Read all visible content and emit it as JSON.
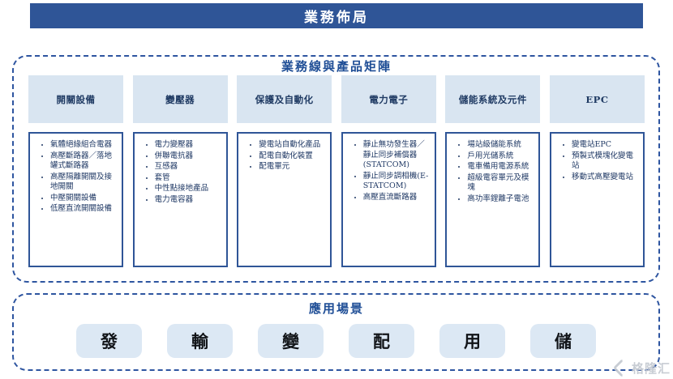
{
  "page": {
    "title": "業務佈局"
  },
  "matrix": {
    "title": "業務線與產品矩陣",
    "columns": [
      {
        "header": "開關設備",
        "items": [
          "氣體絕緣組合電器",
          "高壓斷路器／落地罐式斷路器",
          "高壓隔離開關及接地開關",
          "中壓開關設備",
          "低壓直流開關設備"
        ]
      },
      {
        "header": "變壓器",
        "items": [
          "電力變壓器",
          "併聯電抗器",
          "互感器",
          "套管",
          "中性點接地產品",
          "電力電容器"
        ]
      },
      {
        "header": "保護及自動化",
        "items": [
          "變電站自動化產品",
          "配電自動化裝置",
          "配電單元"
        ]
      },
      {
        "header": "電力電子",
        "items": [
          "靜止無功發生器／靜止同步補償器(STATCOM)",
          "靜止同步調相機(E-STATCOM)",
          "高壓直流斷路器"
        ]
      },
      {
        "header": "儲能系統及元件",
        "items": [
          "場站級儲能系統",
          "戶用光儲系統",
          "電車備用電源系統",
          "超級電容單元及模塊",
          "高功率鋰離子電池"
        ]
      },
      {
        "header": "EPC",
        "items": [
          "變電站EPC",
          "預製式模塊化變電站",
          "移動式高壓變電站"
        ]
      }
    ]
  },
  "scenarios": {
    "title": "應用場景",
    "tiles": [
      "發",
      "輸",
      "變",
      "配",
      "用",
      "儲"
    ]
  },
  "watermark": {
    "text": "格隆汇"
  },
  "colors": {
    "banner_blue": "#2f5597",
    "dashed_border_blue": "#2e55a0",
    "header_cell_blue": "#d9e5f1",
    "box_border_blue": "#2f5597",
    "section_title_blue": "#1f4e96",
    "list_text_navy": "#1f3864",
    "tile_blue": "#dce8f4",
    "watermark_gray": "#c3c8d0"
  }
}
